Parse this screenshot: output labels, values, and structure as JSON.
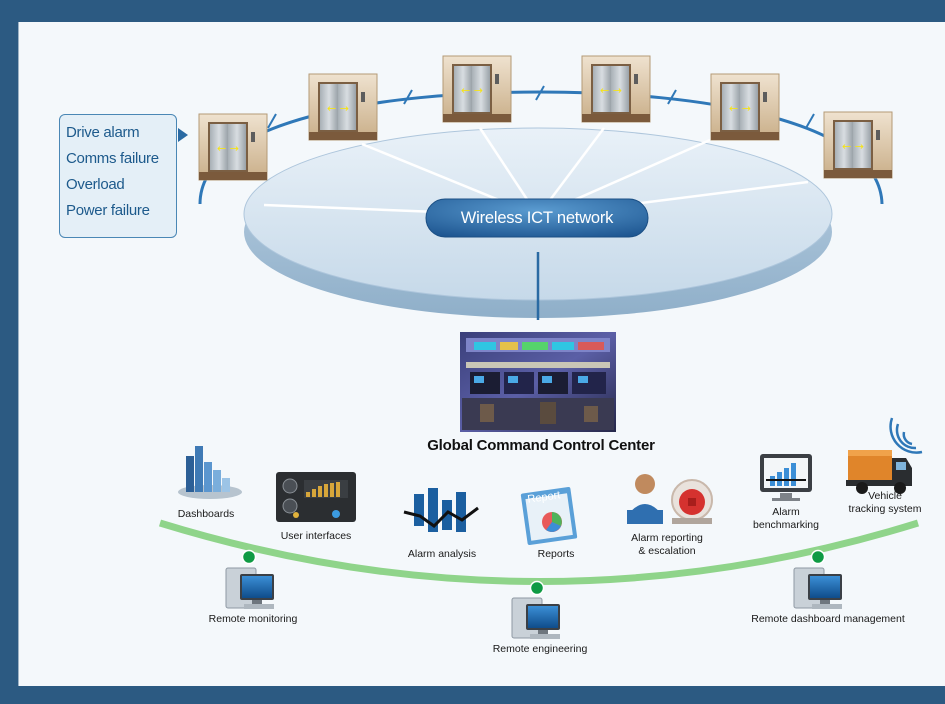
{
  "colors": {
    "frame": "#2c5a82",
    "panel": "#f4f8fb",
    "network_disc": "#d4e4f0",
    "network_pill": "#2a6aa3",
    "ring": "#2f78b8",
    "remote_arc": "#8fd48a",
    "node": "#0e9a44",
    "alarm_text": "#1d5a8c"
  },
  "alarm_panel": {
    "items": [
      "Drive alarm",
      "Comms failure",
      "Overload",
      "Power failure"
    ]
  },
  "network": {
    "label": "Wireless ICT network",
    "elevator_count": 6,
    "elevator_icon": "elevator-doors-icon"
  },
  "control_center": {
    "title": "Global Command Control Center",
    "image": "control-room-photo"
  },
  "tools": [
    {
      "label": "Dashboards",
      "icon": "bar-chart-3d-icon"
    },
    {
      "label": "User interfaces",
      "icon": "gauge-panel-icon"
    },
    {
      "label": "Alarm analysis",
      "icon": "waveform-bars-icon"
    },
    {
      "label": "Reports",
      "icon": "report-document-icon"
    },
    {
      "label_line1": "Alarm reporting",
      "label_line2": "& escalation",
      "icon": "operator-alarm-bell-icon"
    },
    {
      "label_line1": "Alarm",
      "label_line2": "benchmarking",
      "icon": "monitor-chart-icon"
    },
    {
      "label_line1": "Vehicle",
      "label_line2": "tracking system",
      "icon": "truck-signal-icon"
    }
  ],
  "remote": [
    {
      "label": "Remote monitoring",
      "icon": "computer-icon"
    },
    {
      "label": "Remote engineering",
      "icon": "computer-icon"
    },
    {
      "label": "Remote dashboard management",
      "icon": "computer-icon"
    }
  ]
}
